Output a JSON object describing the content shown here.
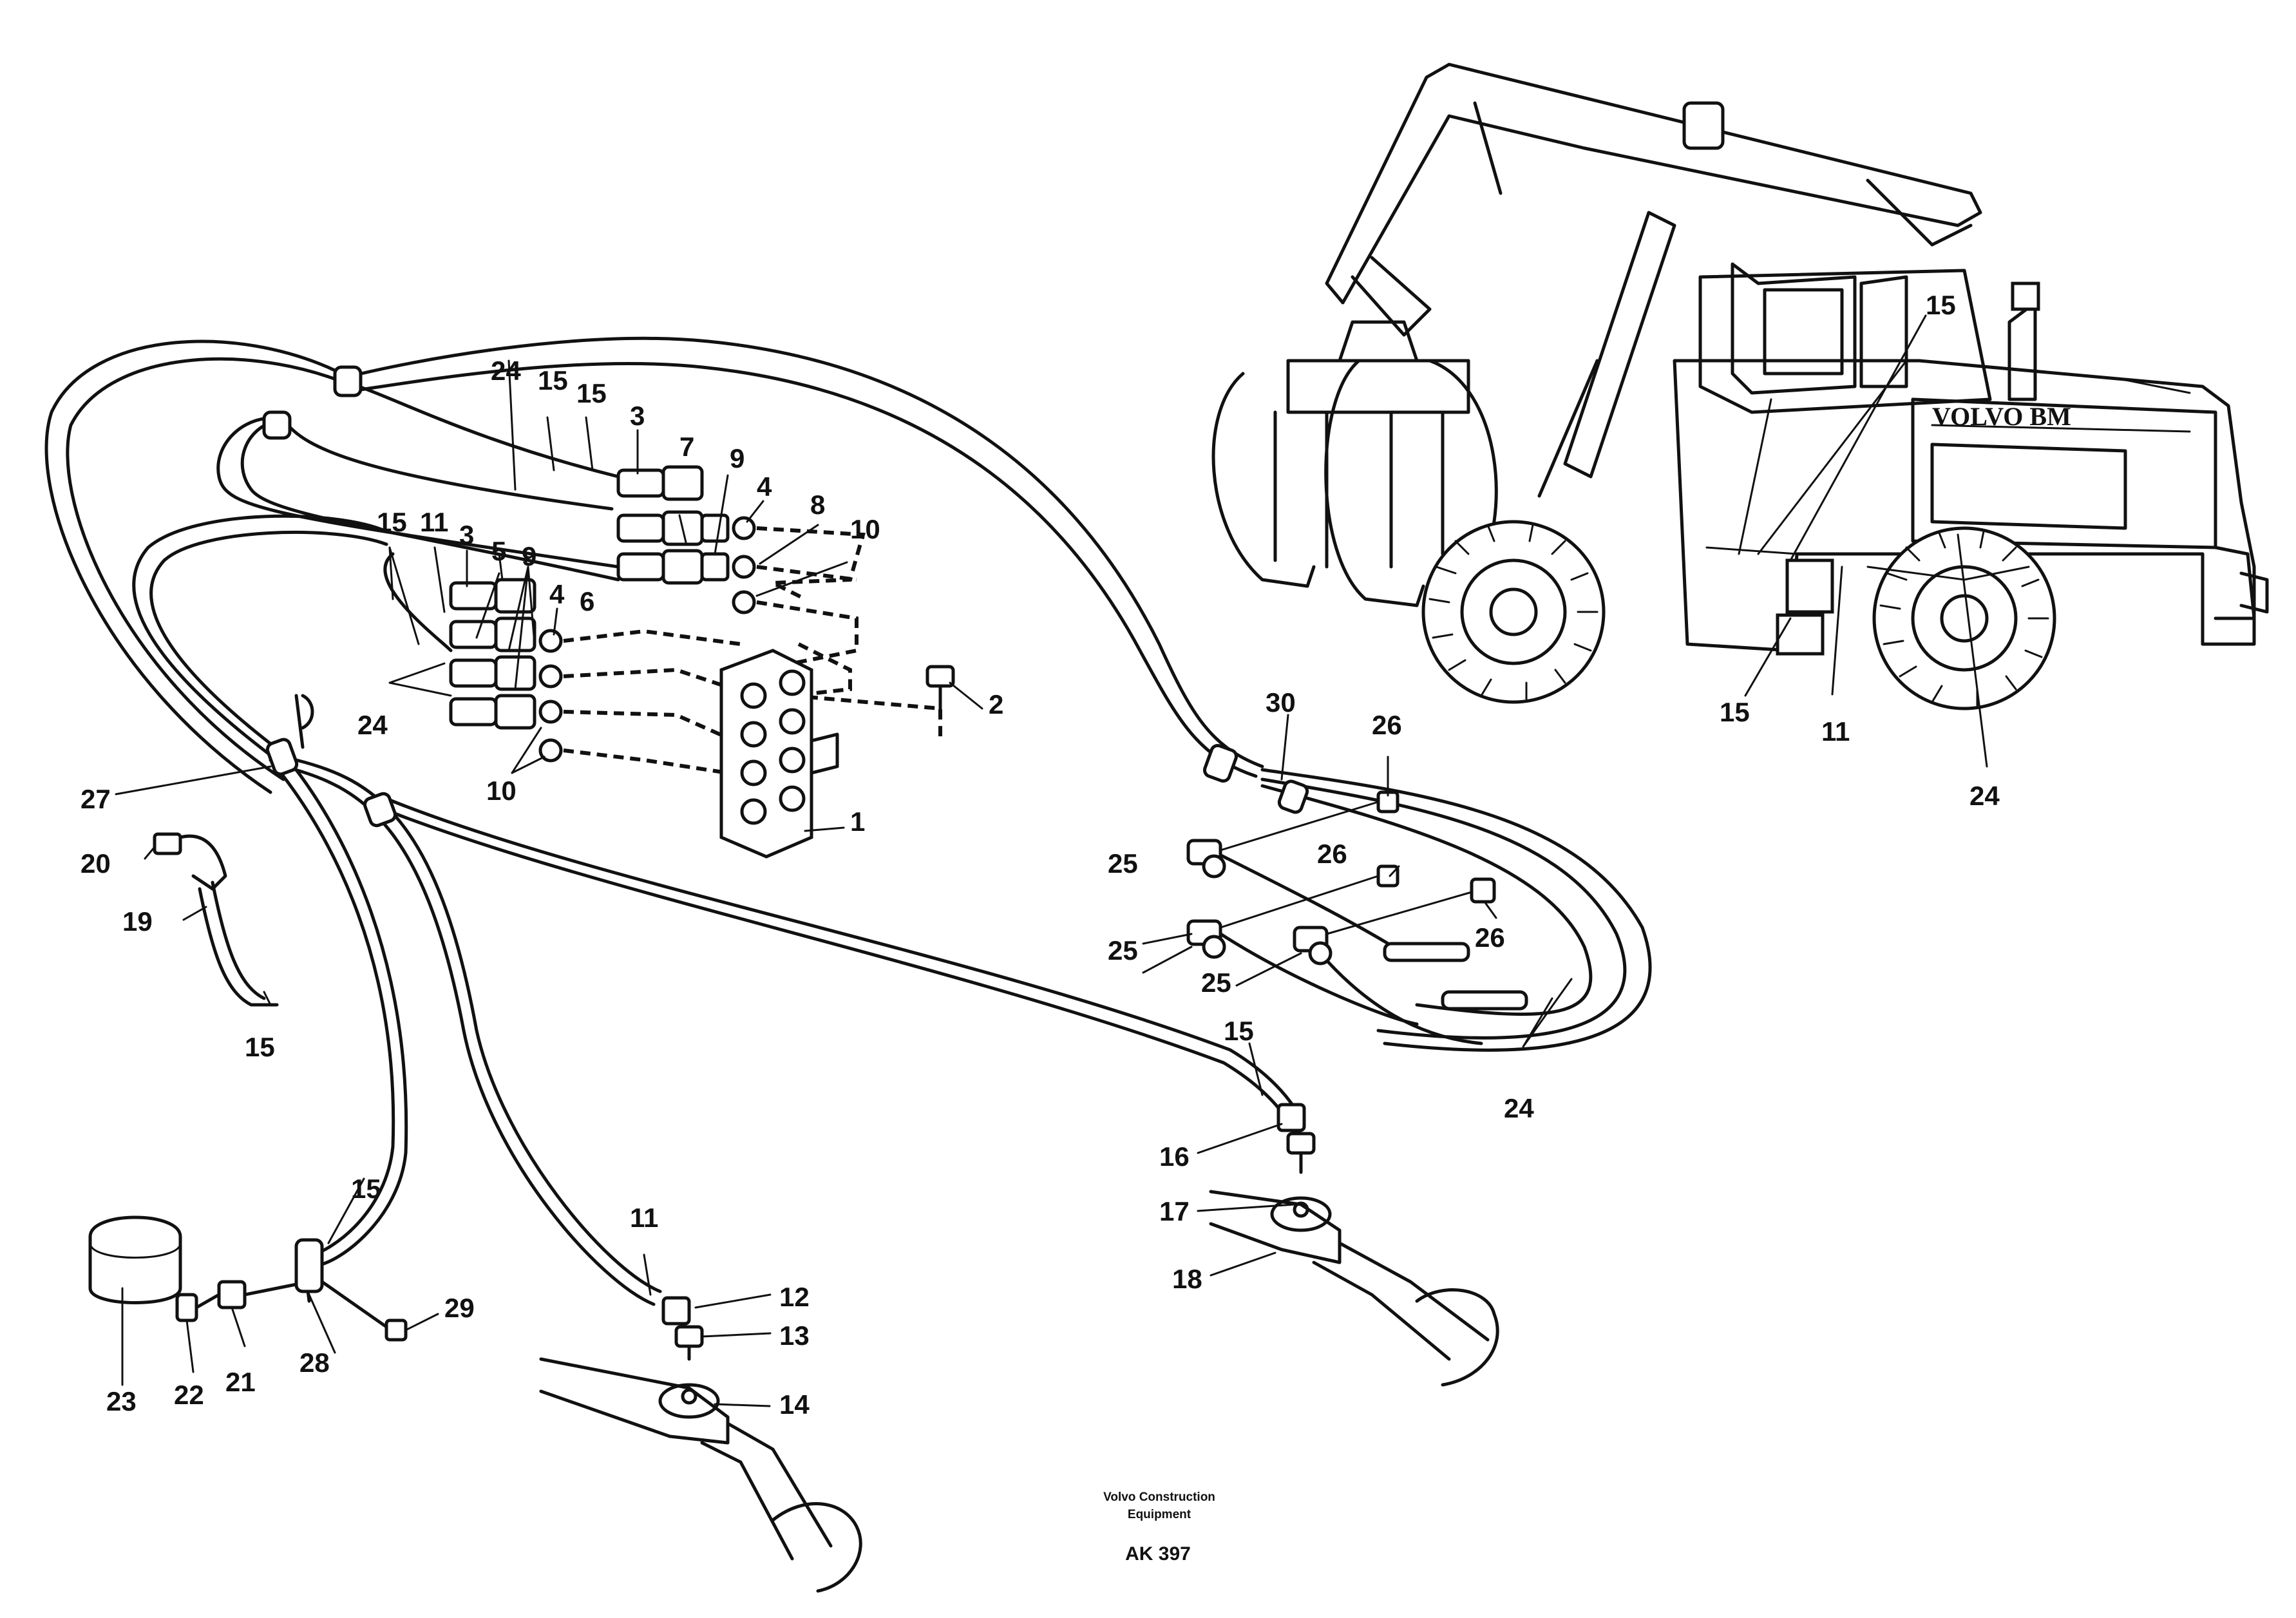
{
  "diagram": {
    "brand_label": "VOLVO BM",
    "credit_line1": "Volvo Construction",
    "credit_line2": "Equipment",
    "drawing_code": "AK 397",
    "callouts": [
      {
        "id": "c1",
        "label": "1"
      },
      {
        "id": "c2",
        "label": "2"
      },
      {
        "id": "c3a",
        "label": "3"
      },
      {
        "id": "c3b",
        "label": "3"
      },
      {
        "id": "c4a",
        "label": "4"
      },
      {
        "id": "c4b",
        "label": "4"
      },
      {
        "id": "c5",
        "label": "5"
      },
      {
        "id": "c6",
        "label": "6"
      },
      {
        "id": "c7",
        "label": "7"
      },
      {
        "id": "c8",
        "label": "8"
      },
      {
        "id": "c9a",
        "label": "9"
      },
      {
        "id": "c9b",
        "label": "9"
      },
      {
        "id": "c10a",
        "label": "10"
      },
      {
        "id": "c10b",
        "label": "10"
      },
      {
        "id": "c11a",
        "label": "11"
      },
      {
        "id": "c11b",
        "label": "11"
      },
      {
        "id": "c11c",
        "label": "11"
      },
      {
        "id": "c12",
        "label": "12"
      },
      {
        "id": "c13",
        "label": "13"
      },
      {
        "id": "c14",
        "label": "14"
      },
      {
        "id": "c15a",
        "label": "15"
      },
      {
        "id": "c15b",
        "label": "15"
      },
      {
        "id": "c15c",
        "label": "15"
      },
      {
        "id": "c15d",
        "label": "15"
      },
      {
        "id": "c15e",
        "label": "15"
      },
      {
        "id": "c15f",
        "label": "15"
      },
      {
        "id": "c15g",
        "label": "15"
      },
      {
        "id": "c15h",
        "label": "15"
      },
      {
        "id": "c16",
        "label": "16"
      },
      {
        "id": "c17",
        "label": "17"
      },
      {
        "id": "c18",
        "label": "18"
      },
      {
        "id": "c19",
        "label": "19"
      },
      {
        "id": "c20",
        "label": "20"
      },
      {
        "id": "c21",
        "label": "21"
      },
      {
        "id": "c22",
        "label": "22"
      },
      {
        "id": "c23",
        "label": "23"
      },
      {
        "id": "c24a",
        "label": "24"
      },
      {
        "id": "c24b",
        "label": "24"
      },
      {
        "id": "c24c",
        "label": "24"
      },
      {
        "id": "c24d",
        "label": "24"
      },
      {
        "id": "c25a",
        "label": "25"
      },
      {
        "id": "c25b",
        "label": "25"
      },
      {
        "id": "c25c",
        "label": "25"
      },
      {
        "id": "c26a",
        "label": "26"
      },
      {
        "id": "c26b",
        "label": "26"
      },
      {
        "id": "c26c",
        "label": "26"
      },
      {
        "id": "c27",
        "label": "27"
      },
      {
        "id": "c28",
        "label": "28"
      },
      {
        "id": "c29",
        "label": "29"
      },
      {
        "id": "c30",
        "label": "30"
      }
    ]
  }
}
